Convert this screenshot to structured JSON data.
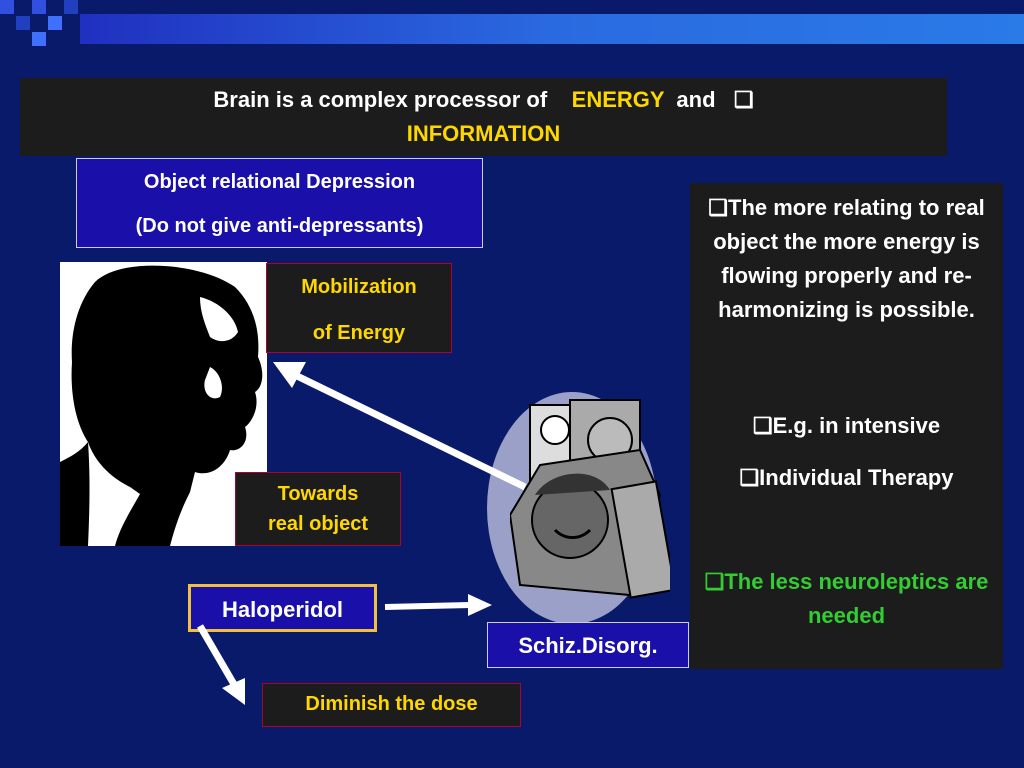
{
  "banner": {
    "line1_part1": "Brain is a complex processor   of",
    "line1_energy": "ENERGY",
    "line1_and": "and",
    "line1_bullet": "❑",
    "line2": "INFORMATION"
  },
  "object_box": {
    "line1": "Object relational Depression",
    "line2": "(Do not give anti-depressants)"
  },
  "mobilization": {
    "line1": "Mobilization",
    "line2": "of    Energy"
  },
  "towards": {
    "line1": "Towards",
    "line2": "real object"
  },
  "haloperidol": "Haloperidol",
  "schiz": "Schiz.Disorg.",
  "diminish": "Diminish the dose",
  "right_box": {
    "bullet": "❑",
    "p1": "The more   relating to real  object the more energy  is flowing  properly and re-harmonizing is possible.",
    "p2": "E.g. in  intensive",
    "p3": "Individual  Therapy",
    "p4": "The less neuroleptics are needed"
  },
  "colors": {
    "background": "#0a1a6b",
    "highlight": "#ffd700",
    "green_text": "#33cc33",
    "box_blue": "#1a0fa8",
    "box_dark": "#1c1c1c"
  },
  "icons": [
    "portrait-silhouette-image",
    "comic-figures-image",
    "arrow-icon"
  ]
}
